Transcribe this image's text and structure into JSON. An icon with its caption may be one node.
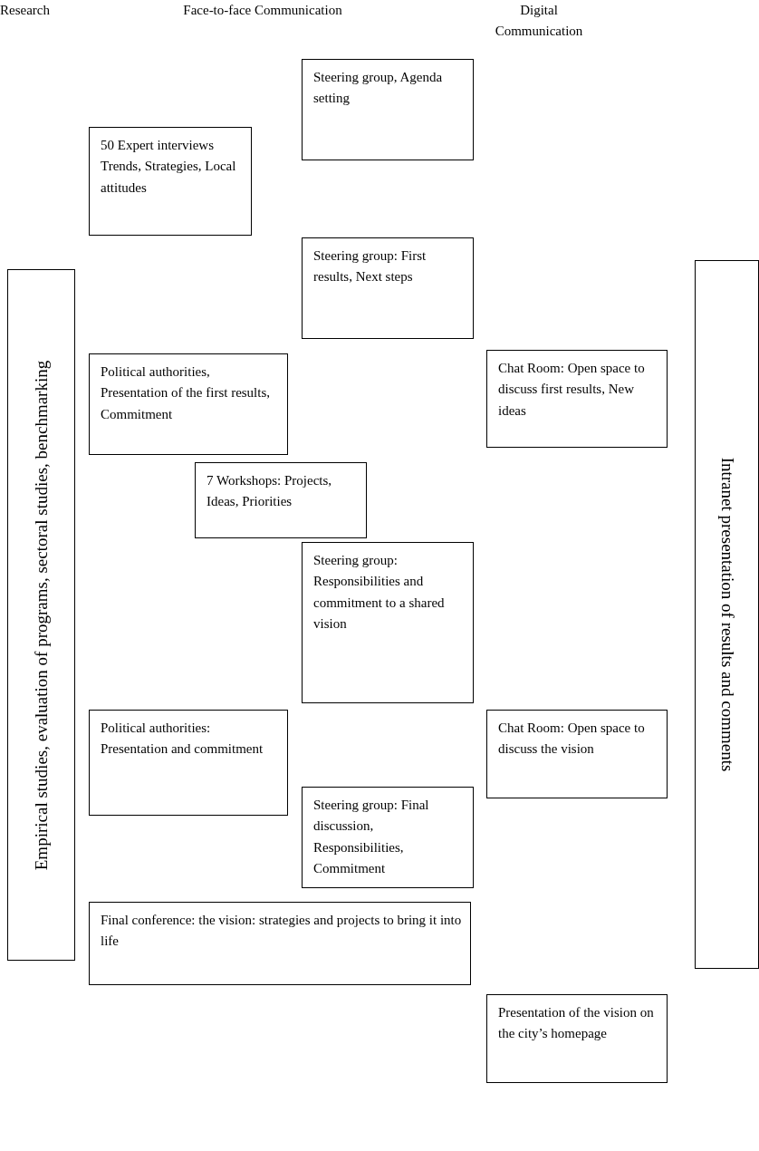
{
  "diagram": {
    "nodes": [
      {
        "text": [
          "Steering group, Agenda setting"
        ]
      },
      {
        "text": [
          "50 Expert interviews Trends, Strategies, Local attitudes"
        ]
      },
      {
        "text": [
          "Empirical studies, evaluation of programs, sectoral studies, benchmarking"
        ]
      },
      {
        "text": [
          "Steering group: First results, Next steps"
        ]
      },
      {
        "text": [
          "Intranet presentation of results and comments"
        ]
      },
      {
        "text": [
          "Political authorities, Presentation of the first results, Commitment"
        ]
      },
      {
        "text": [
          "Chat Room: Open space to discuss first results, New ideas"
        ]
      },
      {
        "text": [
          "7 Workshops: Projects, Ideas, Priorities"
        ]
      },
      {
        "text": [
          "Steering group: Responsibilities and commitment to a shared vision"
        ]
      },
      {
        "text": [
          "Political authorities: Presentation and commitment"
        ]
      },
      {
        "text": [
          "Chat Room: Open space to discuss the vision"
        ]
      },
      {
        "text": [
          "Steering group: Final discussion, Responsibilities, Commitment"
        ]
      },
      {
        "text": [
          "Final conference: the vision: strategies and projects to bring it into life"
        ]
      },
      {
        "text": [
          "Presentation of the vision on the city’s homepage"
        ]
      }
    ],
    "edges": [],
    "labels": [
      "Research",
      "Face-to-face Communication",
      "Digital Communication"
    ]
  }
}
